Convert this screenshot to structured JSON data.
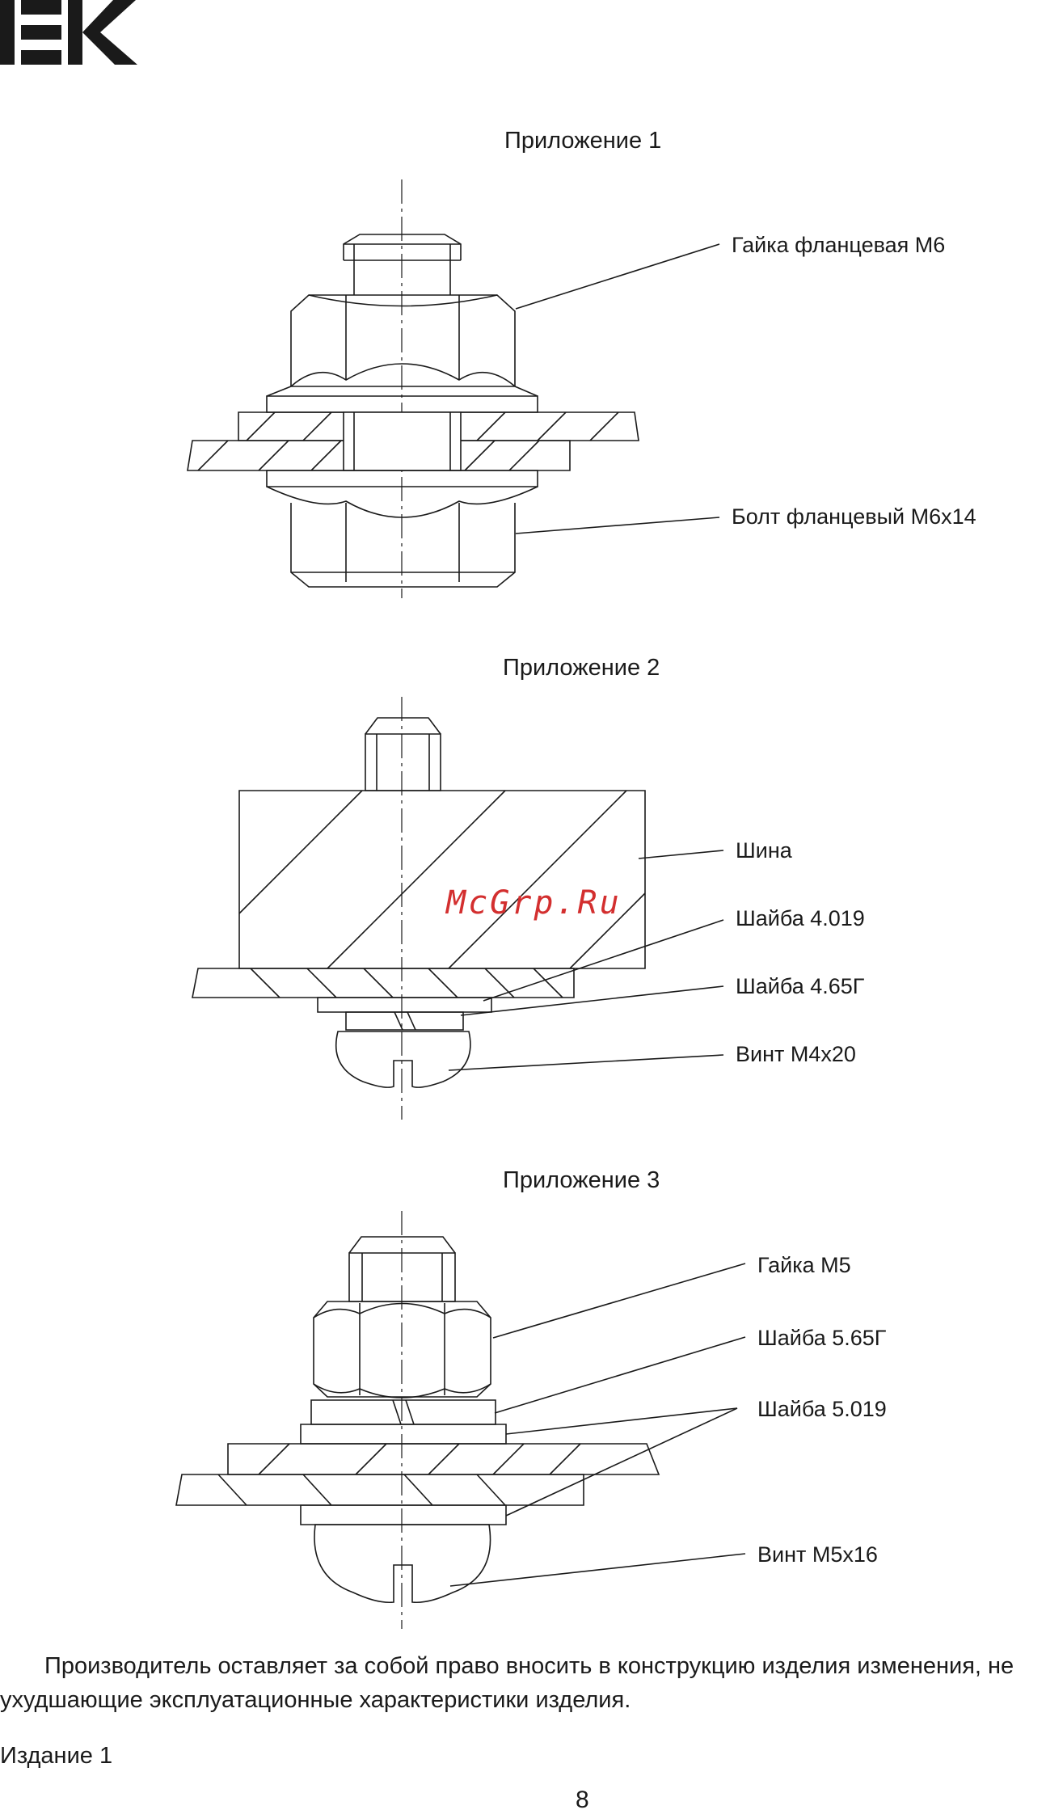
{
  "header": {
    "logo_text": "IEK"
  },
  "appendix1": {
    "title": "Приложение 1",
    "labels": [
      "Гайка фланцевая М6",
      "Болт фланцевый М6х14"
    ]
  },
  "appendix2": {
    "title": "Приложение 2",
    "labels": [
      "Шина",
      "Шайба 4.019",
      "Шайба 4.65Г",
      "Винт М4х20"
    ]
  },
  "appendix3": {
    "title": "Приложение 3",
    "labels": [
      "Гайка М5",
      "Шайба 5.65Г",
      "Шайба 5.019",
      "Винт М5х16"
    ]
  },
  "watermark": "McGrp.Ru",
  "footer": {
    "paragraph": "Производитель оставляет за собой право вносить в конструкцию изделия изменения, не ухудшающие эксплуатационные характеристики изделия.",
    "edition": "Издание 1",
    "page_number": "8"
  },
  "colors": {
    "ink": "#1a1a1a",
    "watermark": "#d32f2f"
  }
}
